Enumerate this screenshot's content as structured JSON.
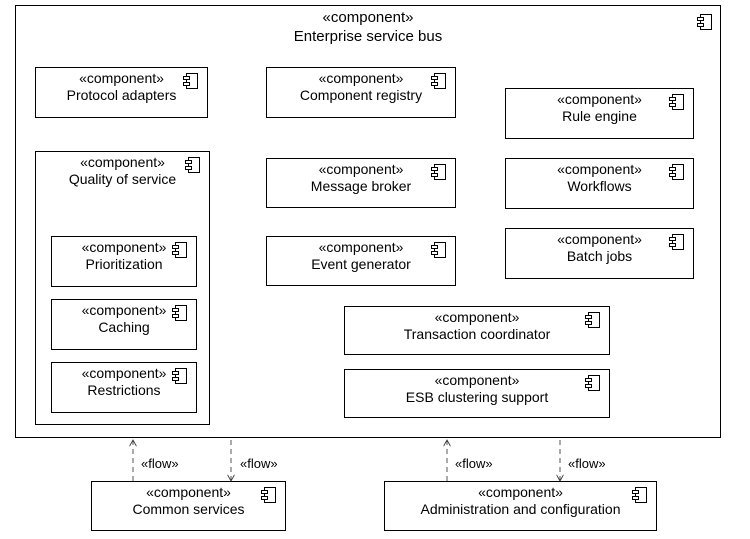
{
  "diagram": {
    "stereotype": "«component»",
    "flow_label": "«flow»",
    "esb": {
      "name": "Enterprise service bus",
      "icon": "component-icon"
    },
    "components": {
      "protocol_adapters": "Protocol adapters",
      "component_registry": "Component registry",
      "quality_of_service": "Quality of service",
      "prioritization": "Prioritization",
      "caching": "Caching",
      "restrictions": "Restrictions",
      "message_broker": "Message broker",
      "rule_engine": "Rule engine",
      "workflows": "Workflows",
      "batch_jobs": "Batch jobs",
      "event_generator": "Event generator",
      "transaction_coordinator": "Transaction coordinator",
      "esb_clustering_support": "ESB clustering support",
      "common_services": "Common services",
      "administration_and_configuration": "Administration and configuration"
    }
  }
}
